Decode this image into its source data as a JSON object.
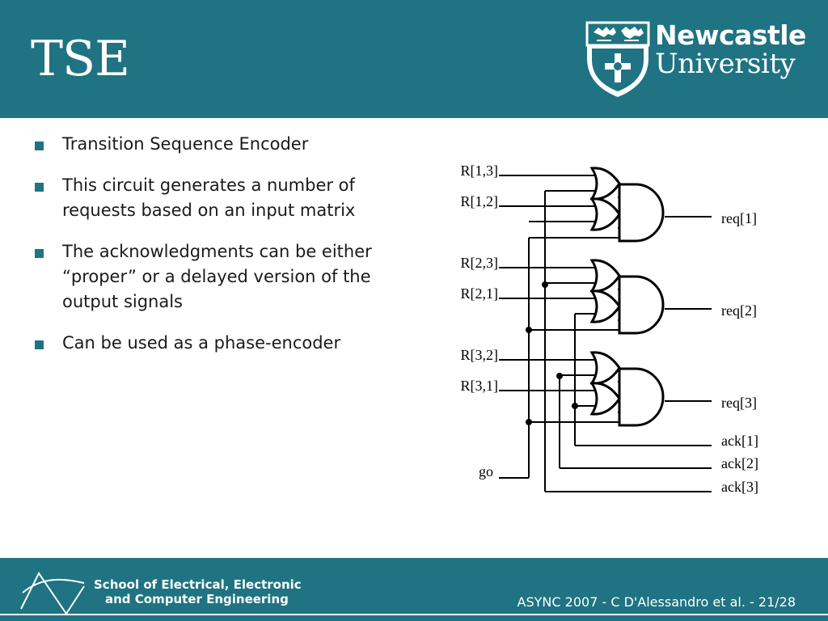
{
  "slide": {
    "title": "TSE"
  },
  "logo": {
    "line1": "Newcastle",
    "line2": "University"
  },
  "bullets": [
    "Transition Sequence Encoder",
    "This circuit generates a number of requests based on an input matrix",
    "The acknowledgments can be either “proper” or a delayed version of the output signals",
    "Can be used as a phase-encoder"
  ],
  "diagram": {
    "inputs": [
      "R[1,3]",
      "R[1,2]",
      "R[2,3]",
      "R[2,1]",
      "R[3,2]",
      "R[3,1]"
    ],
    "go": "go",
    "outputs": [
      "req[1]",
      "req[2]",
      "req[3]"
    ],
    "acks": [
      "ack[1]",
      "ack[2]",
      "ack[3]"
    ]
  },
  "footer": {
    "school_line1": "School of Electrical, Electronic",
    "school_line2": "and Computer Engineering",
    "slide_info": "ASYNC 2007 - C D'Alessandro et al. - 21/28"
  },
  "colors": {
    "brand": "#1f7382",
    "background": "#ffffff",
    "text": "#1a1a1a"
  }
}
